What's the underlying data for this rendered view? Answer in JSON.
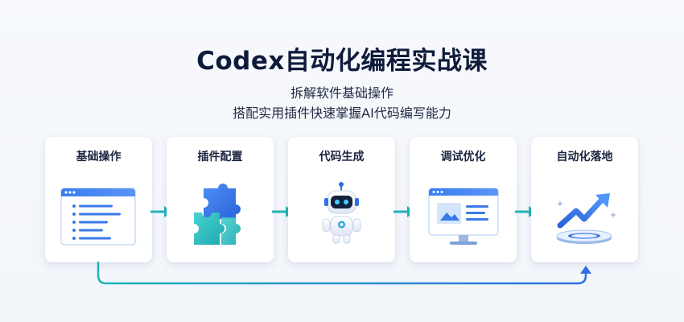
{
  "header": {
    "title": "Codex自动化编程实战课",
    "subtitle_line1": "拆解软件基础操作",
    "subtitle_line2": "搭配实用插件快速掌握AI代码编写能力"
  },
  "steps": [
    {
      "label": "基础操作",
      "icon": "window-list-icon"
    },
    {
      "label": "插件配置",
      "icon": "puzzle-icon"
    },
    {
      "label": "代码生成",
      "icon": "robot-icon"
    },
    {
      "label": "调试优化",
      "icon": "monitor-icon"
    },
    {
      "label": "自动化落地",
      "icon": "trend-up-icon"
    }
  ],
  "colors": {
    "primary_blue": "#2f6fe4",
    "teal": "#22b4b8",
    "title": "#0f1b3a"
  }
}
